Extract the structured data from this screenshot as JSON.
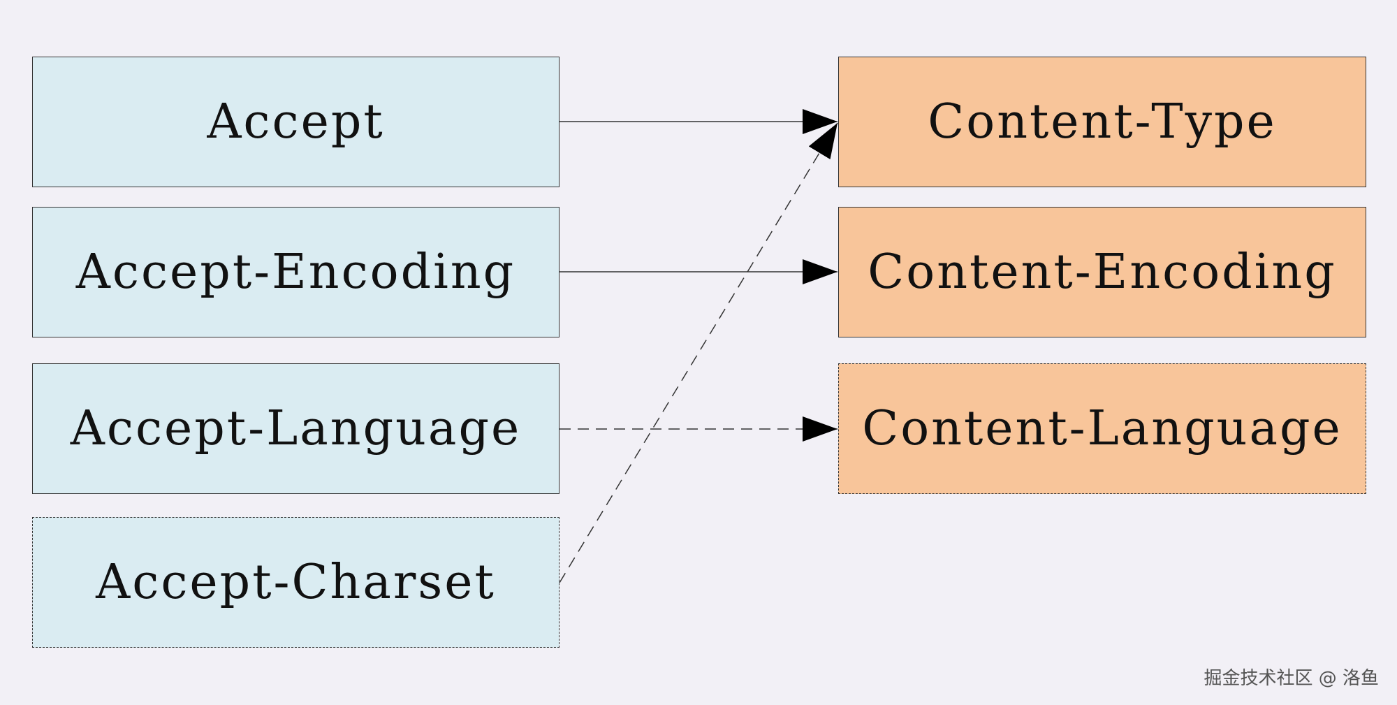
{
  "request_headers": [
    {
      "label": "Accept",
      "optional": false
    },
    {
      "label": "Accept-Encoding",
      "optional": false
    },
    {
      "label": "Accept-Language",
      "optional": false
    },
    {
      "label": "Accept-Charset",
      "optional": true
    }
  ],
  "response_headers": [
    {
      "label": "Content-Type",
      "optional": false
    },
    {
      "label": "Content-Encoding",
      "optional": false
    },
    {
      "label": "Content-Language",
      "optional": true
    }
  ],
  "connections": [
    {
      "from": "Accept",
      "to": "Content-Type",
      "style": "solid"
    },
    {
      "from": "Accept-Encoding",
      "to": "Content-Encoding",
      "style": "solid"
    },
    {
      "from": "Accept-Language",
      "to": "Content-Language",
      "style": "dashed"
    },
    {
      "from": "Accept-Charset",
      "to": "Content-Type",
      "style": "dashed"
    }
  ],
  "colors": {
    "background": "#f2f0f6",
    "request_fill": "#daecf2",
    "response_fill": "#f8c59a",
    "stroke": "#333333"
  },
  "watermark": "掘金技术社区 @ 洛鱼"
}
